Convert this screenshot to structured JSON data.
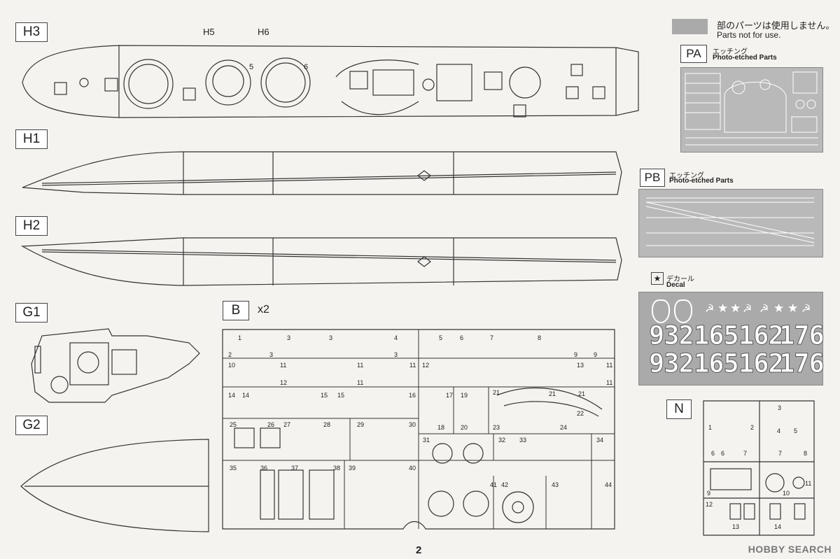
{
  "legend": {
    "jp": "部のパーツは使用しません。",
    "en": "Parts not for use."
  },
  "labels": {
    "h3": "H3",
    "h1": "H1",
    "h2": "H2",
    "g1": "G1",
    "g2": "G2",
    "b": "B",
    "b_count": "x2",
    "pa": "PA",
    "pb": "PB",
    "n": "N",
    "h5": "H5",
    "h6": "H6"
  },
  "pa": {
    "jp": "エッチング",
    "en": "Photo-etched Parts"
  },
  "pb": {
    "jp": "エッチング",
    "en": "Photo-etched Parts"
  },
  "decal": {
    "jp": "デカール",
    "en": "Decal",
    "numbers": [
      "932",
      "165",
      "162",
      "176"
    ]
  },
  "h3_parts": [
    "5",
    "6"
  ],
  "b_parts": [
    "1",
    "2",
    "3",
    "3",
    "3",
    "4",
    "3",
    "5",
    "6",
    "7",
    "8",
    "9",
    "9",
    "10",
    "11",
    "11",
    "11",
    "12",
    "12",
    "11",
    "11",
    "11",
    "13",
    "14",
    "14",
    "15",
    "15",
    "16",
    "17",
    "18",
    "19",
    "20",
    "21",
    "21",
    "21",
    "22",
    "23",
    "24",
    "25",
    "26",
    "27",
    "28",
    "29",
    "30",
    "31",
    "32",
    "33",
    "34",
    "35",
    "36",
    "37",
    "38",
    "39",
    "40",
    "41",
    "42",
    "43",
    "44"
  ],
  "n_parts": [
    "1",
    "2",
    "3",
    "4",
    "5",
    "6",
    "6",
    "7",
    "7",
    "8",
    "9",
    "10",
    "11",
    "12",
    "13",
    "14"
  ],
  "page_number": "2",
  "watermark": "HOBBY SEARCH",
  "colors": {
    "unused_gray": "#a9aaa9",
    "paper": "#f4f3ef"
  }
}
